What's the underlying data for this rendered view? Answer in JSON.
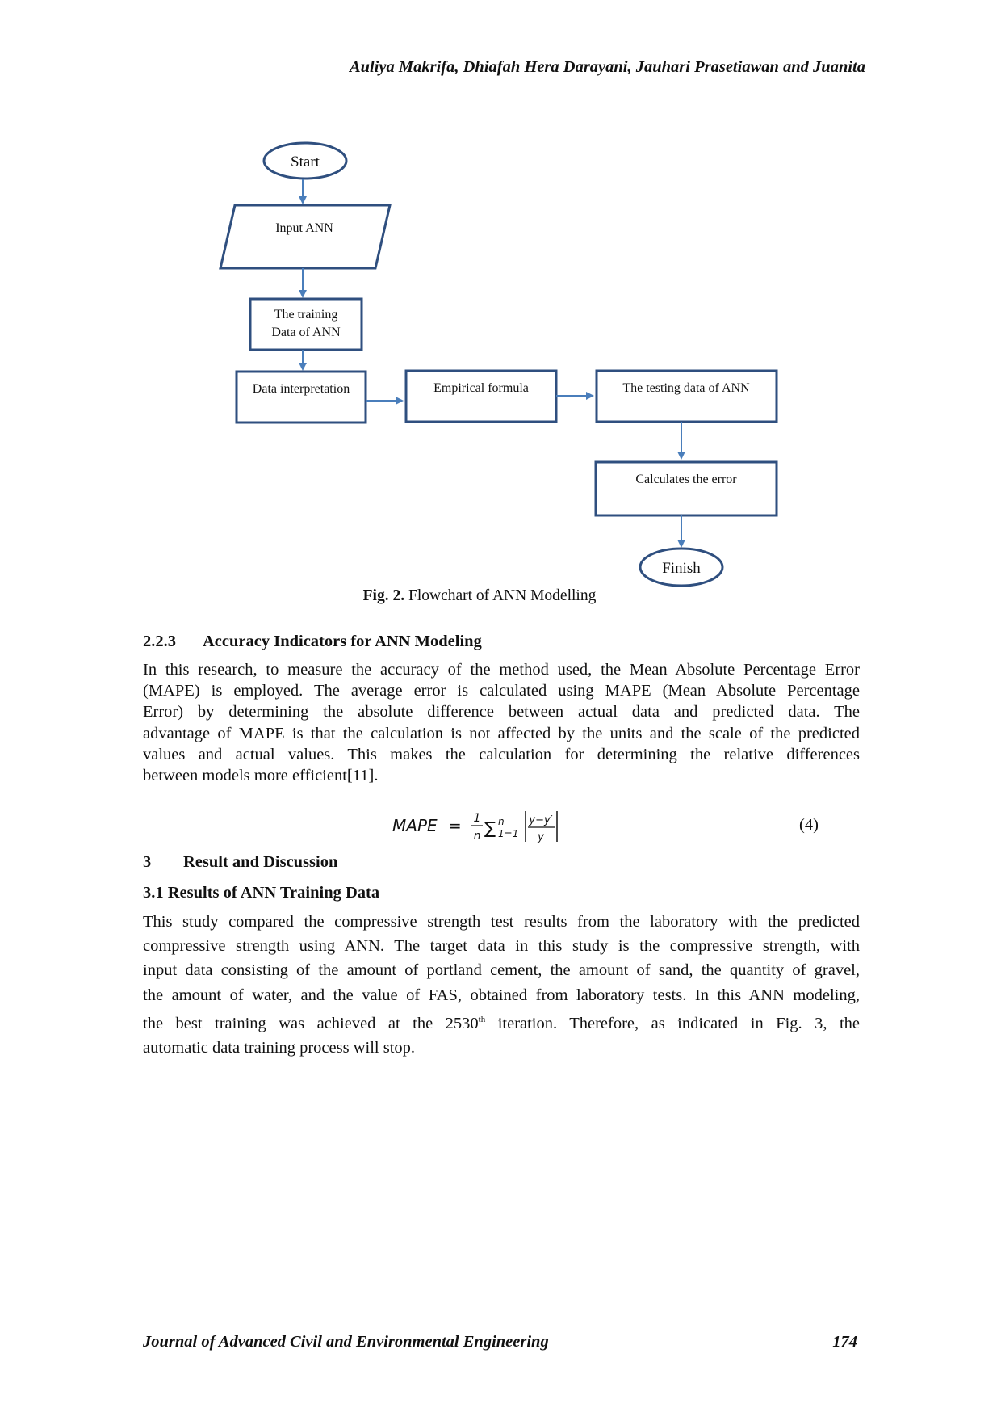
{
  "header": {
    "authors": "Auliya Makrifa, Dhiafah Hera Darayani, Jauhari Prasetiawan and Juanita"
  },
  "figure": {
    "nodes": {
      "start": "Start",
      "input": "Input ANN",
      "training_line1": "The training",
      "training_line2": "Data of ANN",
      "interpretation": "Data interpretation",
      "empirical": "Empirical formula",
      "testing": "The testing data of ANN",
      "error": "Calculates the error",
      "finish": "Finish"
    },
    "caption_label": "Fig. 2.",
    "caption_text": "Flowchart of ANN Modelling",
    "colors": {
      "stroke": "#2f4f7f",
      "arrow": "#4a7ebb"
    }
  },
  "section_223": {
    "number": "2.2.3",
    "title": "Accuracy Indicators for ANN Modeling",
    "lines": [
      "In this research, to measure the accuracy of the method used, the Mean Absolute Percentage Error",
      "(MAPE) is employed. The average error is calculated using MAPE (Mean Absolute Percentage",
      "Error) by determining the absolute difference between actual data and predicted data. The",
      "advantage of MAPE is that the calculation is not affected by the units and the scale of the predicted",
      "values and actual values. This makes the calculation for determining the relative differences",
      "between models more efficient[11]."
    ]
  },
  "equation": {
    "lhs": "MAPE",
    "equals": "=",
    "frac_num": "1",
    "frac_den": "n",
    "sum_upper": "n",
    "sum_lower": "1=1",
    "abs_num": "y−y′",
    "abs_den": "y",
    "number": "(4)"
  },
  "section_3": {
    "number": "3",
    "title": "Result and Discussion"
  },
  "section_31": {
    "title": "3.1 Results of ANN Training Data",
    "lines": [
      "This study compared the compressive strength test results from the laboratory with the predicted",
      "compressive strength using ANN. The target data in this study is the compressive strength, with",
      "input data consisting of the amount of portland cement, the amount of sand, the quantity of gravel,",
      "the amount of water, and the value of FAS, obtained from laboratory tests. In this ANN modeling,"
    ],
    "line5_before": "the best training was achieved at the 2530",
    "line5_sup": "th",
    "line5_after": " iteration. Therefore, as indicated in Fig. 3, the",
    "line6": "automatic data training process will stop."
  },
  "footer": {
    "journal": "Journal of Advanced Civil and Environmental Engineering",
    "page": "174"
  }
}
